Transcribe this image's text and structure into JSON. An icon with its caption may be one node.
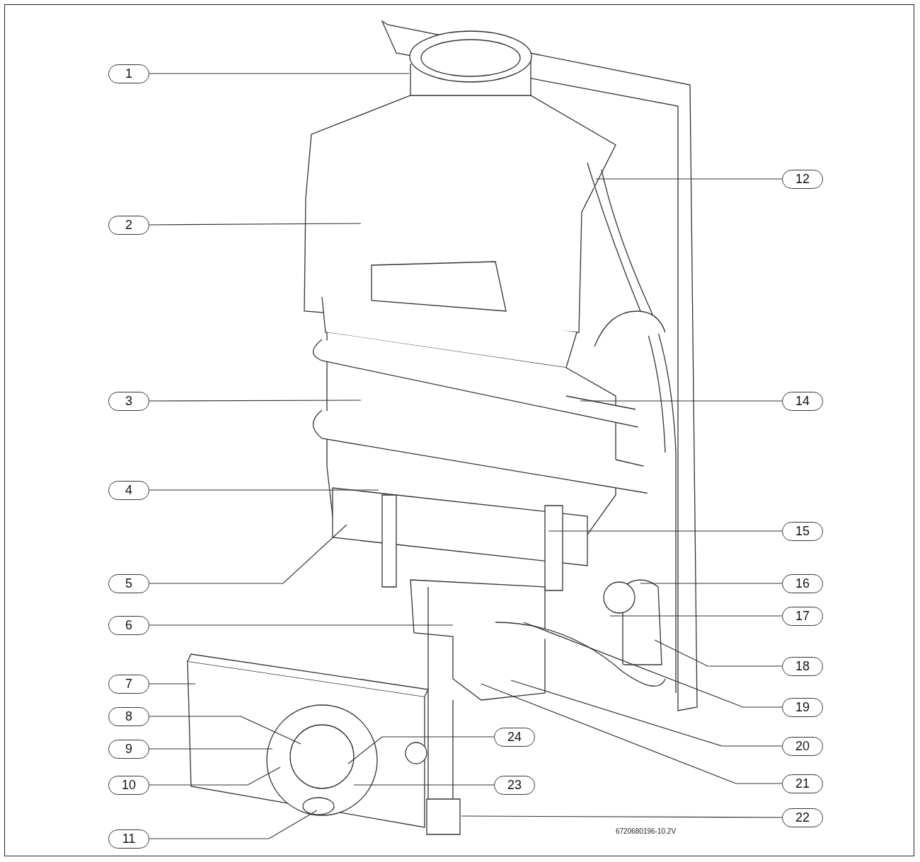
{
  "diagram": {
    "nodes": [
      {
        "text": [
          "1"
        ]
      },
      {
        "text": [
          "2"
        ]
      },
      {
        "text": [
          "3"
        ]
      },
      {
        "text": [
          "4"
        ]
      },
      {
        "text": [
          "5"
        ]
      },
      {
        "text": [
          "6"
        ]
      },
      {
        "text": [
          "7"
        ]
      },
      {
        "text": [
          "8"
        ]
      },
      {
        "text": [
          "9"
        ]
      },
      {
        "text": [
          "10"
        ]
      },
      {
        "text": [
          "11"
        ]
      },
      {
        "text": [
          "12"
        ]
      },
      {
        "text": [
          "14"
        ]
      },
      {
        "text": [
          "15"
        ]
      },
      {
        "text": [
          "16"
        ]
      },
      {
        "text": [
          "17"
        ]
      },
      {
        "text": [
          "18"
        ]
      },
      {
        "text": [
          "19"
        ]
      },
      {
        "text": [
          "20"
        ]
      },
      {
        "text": [
          "21"
        ]
      },
      {
        "text": [
          "22"
        ]
      },
      {
        "text": [
          "23"
        ]
      },
      {
        "text": [
          "24"
        ]
      }
    ],
    "edges": [
      {
        "from": 0,
        "to": null,
        "arrow": "none"
      },
      {
        "from": 1,
        "to": null,
        "arrow": "none"
      },
      {
        "from": 2,
        "to": null,
        "arrow": "none"
      },
      {
        "from": 3,
        "to": null,
        "arrow": "none"
      },
      {
        "from": 4,
        "to": null,
        "arrow": "none"
      },
      {
        "from": 5,
        "to": null,
        "arrow": "none"
      },
      {
        "from": 6,
        "to": null,
        "arrow": "none"
      },
      {
        "from": 7,
        "to": null,
        "arrow": "none"
      },
      {
        "from": 8,
        "to": null,
        "arrow": "none"
      },
      {
        "from": 9,
        "to": null,
        "arrow": "none"
      },
      {
        "from": 10,
        "to": null,
        "arrow": "none"
      },
      {
        "from": 11,
        "to": null,
        "arrow": "none"
      },
      {
        "from": 12,
        "to": null,
        "arrow": "none"
      },
      {
        "from": 13,
        "to": null,
        "arrow": "none"
      },
      {
        "from": 14,
        "to": null,
        "arrow": "none"
      },
      {
        "from": 15,
        "to": null,
        "arrow": "none"
      },
      {
        "from": 16,
        "to": null,
        "arrow": "none"
      },
      {
        "from": 17,
        "to": null,
        "arrow": "none"
      },
      {
        "from": 18,
        "to": null,
        "arrow": "none"
      },
      {
        "from": 19,
        "to": null,
        "arrow": "none"
      },
      {
        "from": 20,
        "to": null,
        "arrow": "none"
      },
      {
        "from": 21,
        "to": null,
        "arrow": "none"
      },
      {
        "from": 22,
        "to": null,
        "arrow": "none"
      }
    ],
    "labels": [
      "6720680196-10.2V"
    ]
  }
}
